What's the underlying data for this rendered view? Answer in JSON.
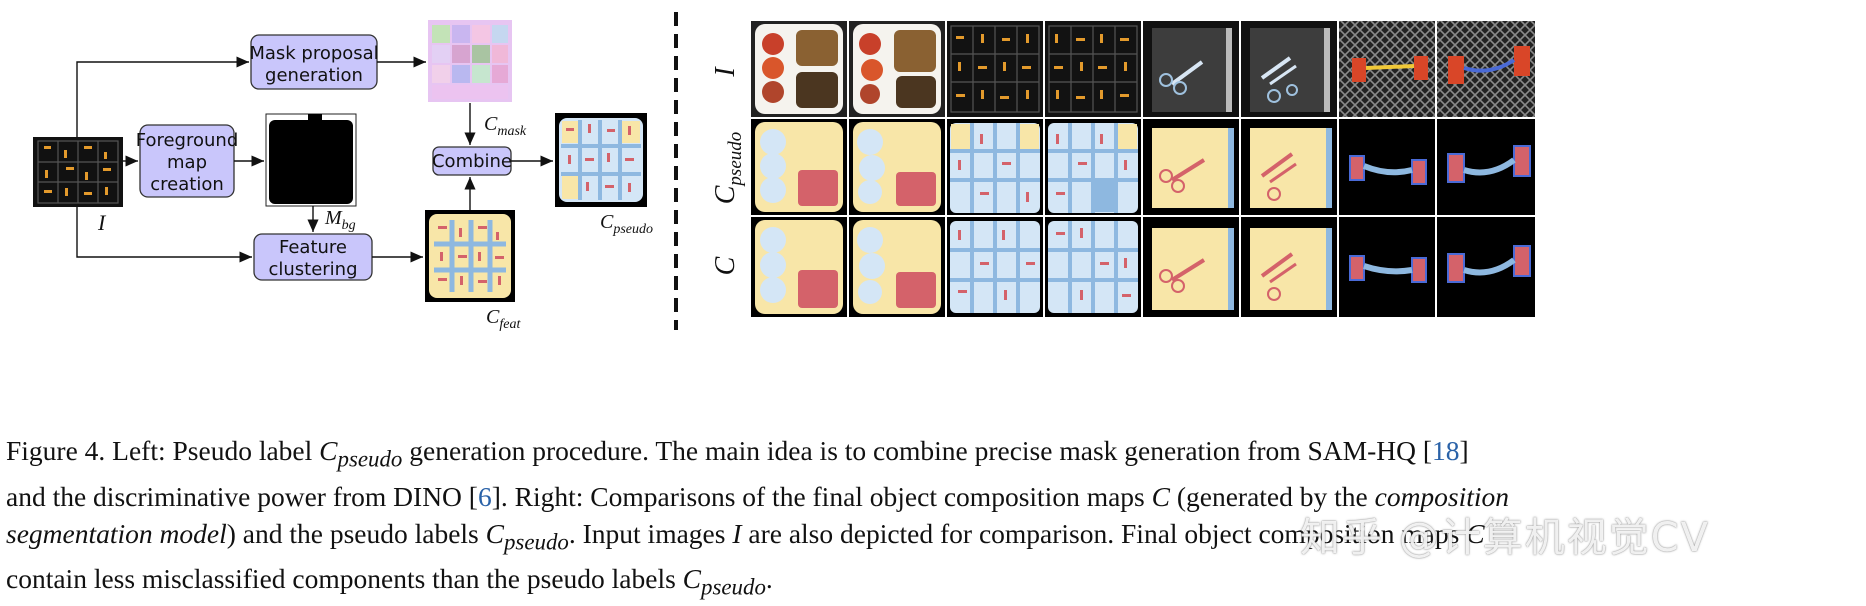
{
  "diagram": {
    "nodes": {
      "mask_proposal": [
        "Mask proposal",
        "generation"
      ],
      "foreground": [
        "Foreground",
        "map",
        "creation"
      ],
      "feature": [
        "Feature",
        "clustering"
      ],
      "combine": "Combine"
    },
    "labels": {
      "I": "I",
      "M": "M",
      "M_sub": "bg",
      "C_mask": "C",
      "C_mask_sub": "mask",
      "C_feat": "C",
      "C_feat_sub": "feat",
      "C_pseudo": "C",
      "C_pseudo_sub": "pseudo"
    }
  },
  "grid": {
    "row_labels": [
      {
        "main": "I",
        "sub": ""
      },
      {
        "main": "C",
        "sub": "pseudo"
      },
      {
        "main": "C",
        "sub": ""
      }
    ]
  },
  "colors": {
    "node_fill": "#c9c6fb",
    "mask_blue": "#8eb8e0",
    "cream": "#f8e6a8",
    "red": "#d4626a",
    "pale_blue": "#d4e6f6"
  },
  "caption": {
    "lines": [
      "Figure 4. Left: Pseudo label C_pseudo generation procedure. The main idea is to combine precise mask generation from SAM-HQ [18]",
      "and the discriminative power from DINO [6]. Right: Comparisons of the final object composition maps C (generated by the composition",
      "segmentation model) and the pseudo labels C_pseudo. Input images I are also depicted for comparison. Final object composition maps C",
      "contain less misclassified components than the pseudo labels C_pseudo."
    ],
    "l1a": "Figure 4. Left: Pseudo label ",
    "l1_math": "C",
    "l1_sub": "pseudo",
    "l1b": " generation procedure. The main idea is to combine precise mask generation from SAM-HQ [",
    "l1_cite": "18",
    "l1c": "]",
    "l2a": "and the discriminative power from DINO [",
    "l2_cite": "6",
    "l2b": "]. Right: Comparisons of the final object composition maps ",
    "l2_math": "C",
    "l2c": " (generated by the ",
    "l2_italic": "composition",
    "l3_italic": "segmentation model",
    "l3a": ") and the pseudo labels ",
    "l3_math": "C",
    "l3_sub": "pseudo",
    "l3b": ". Input images ",
    "l3_math2": "I",
    "l3c": " are also depicted for comparison. Final object composition maps ",
    "l3_math3": "C",
    "l4a": "contain less misclassified components than the pseudo labels ",
    "l4_math": "C",
    "l4_sub": "pseudo",
    "l4b": "."
  },
  "watermark": "知乎 @计算机视觉CV"
}
